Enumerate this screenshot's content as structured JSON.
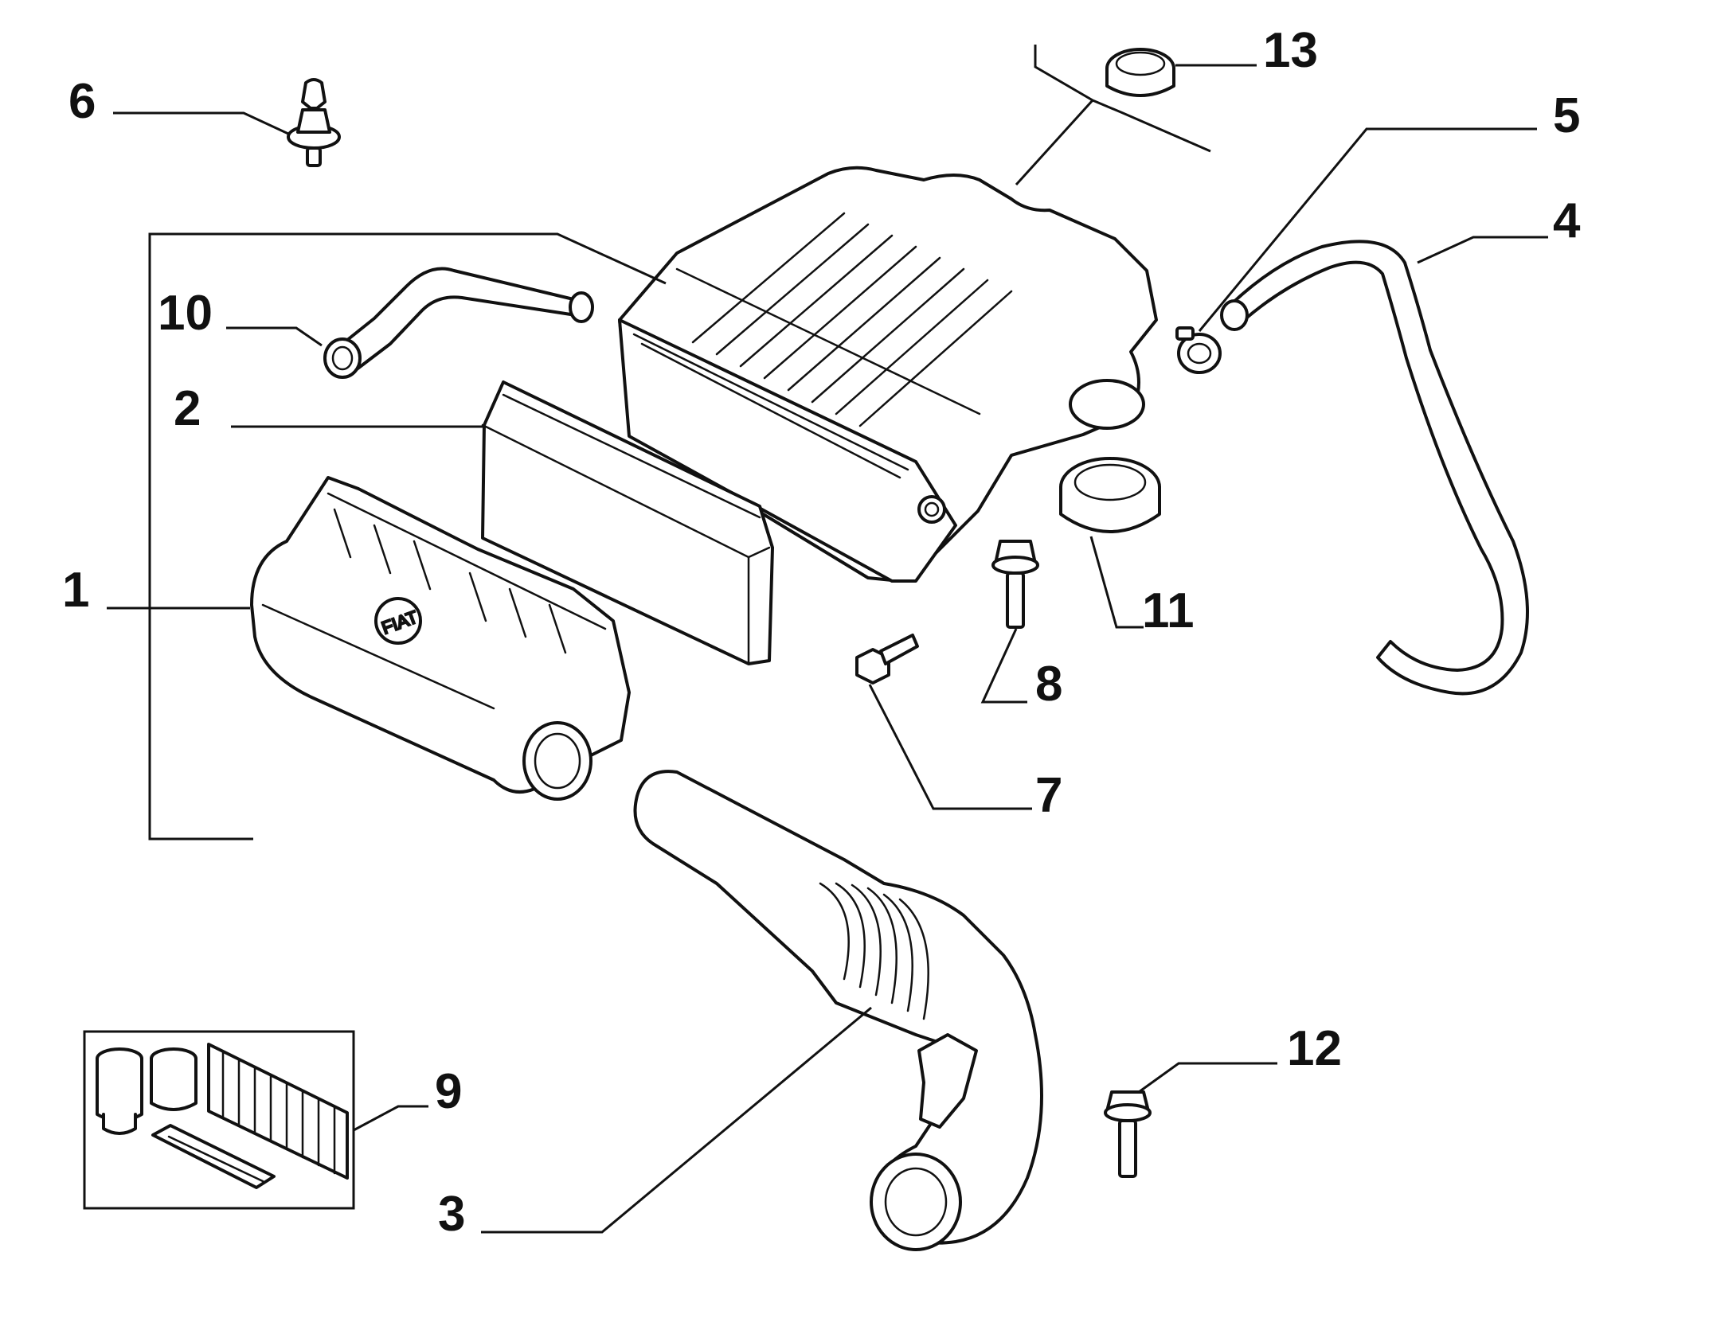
{
  "diagram": {
    "callouts": [
      {
        "id": "1",
        "label": "1"
      },
      {
        "id": "2",
        "label": "2"
      },
      {
        "id": "3",
        "label": "3"
      },
      {
        "id": "4",
        "label": "4"
      },
      {
        "id": "5",
        "label": "5"
      },
      {
        "id": "6",
        "label": "6"
      },
      {
        "id": "7",
        "label": "7"
      },
      {
        "id": "8",
        "label": "8"
      },
      {
        "id": "9",
        "label": "9"
      },
      {
        "id": "10",
        "label": "10"
      },
      {
        "id": "11",
        "label": "11"
      },
      {
        "id": "12",
        "label": "12"
      },
      {
        "id": "13",
        "label": "13"
      }
    ],
    "logo_text": "FIAT"
  }
}
